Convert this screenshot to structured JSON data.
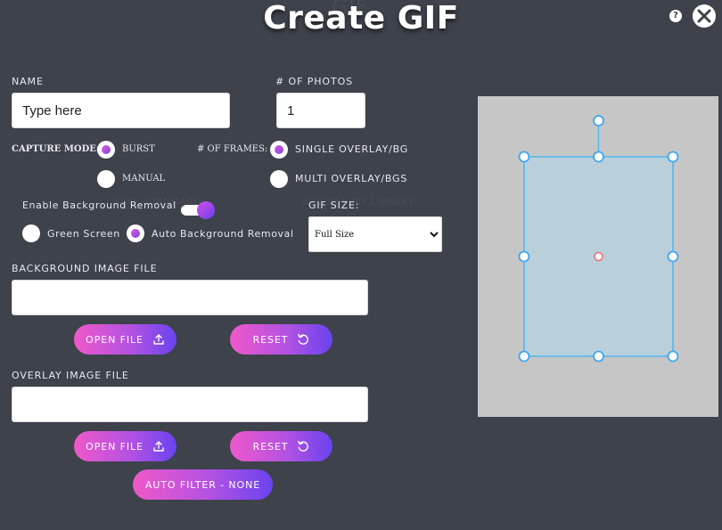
{
  "header": {
    "title": "Create GIF",
    "help_label": "?"
  },
  "background_labels": {
    "gif": "GIF",
    "standard": "TAKE STANDARD",
    "library": "BROWSE MY LIBRARY"
  },
  "form": {
    "name": {
      "label": "NAME",
      "placeholder": "Type here"
    },
    "photos": {
      "label": "# OF PHOTOS",
      "value": "1"
    },
    "capture_mode": {
      "label": "CAPTURE MODE:",
      "options": [
        "BURST",
        "MANUAL"
      ],
      "selected": "BURST"
    },
    "frames": {
      "label": "# OF FRAMES:",
      "options": [
        "SINGLE OVERLAY/BG",
        "MULTI OVERLAY/BGS"
      ],
      "selected": "SINGLE OVERLAY/BG"
    },
    "bg_removal": {
      "label": "Enable Background Removal",
      "enabled": true,
      "options": [
        "Green Screen",
        "Auto Background Removal"
      ],
      "selected": "Auto Background Removal"
    },
    "gif_size": {
      "label": "GIF SIZE:",
      "options": [
        "Full Size"
      ],
      "selected": "Full Size"
    },
    "background_file": {
      "label": "BACKGROUND IMAGE FILE",
      "value": "",
      "open_label": "OPEN FILE",
      "reset_label": "RESET"
    },
    "overlay_file": {
      "label": "OVERLAY IMAGE FILE",
      "value": "",
      "open_label": "OPEN FILE",
      "reset_label": "RESET"
    },
    "auto_filter_label": "AUTO FILTER - NONE"
  },
  "colors": {
    "background": "#3d424b",
    "preview_bg": "#c6c6c6",
    "frame_fill": "#b9d0db",
    "handle": "#3fa6ee",
    "gradient_start": "#ef58c9",
    "gradient_end": "#6a43ee"
  }
}
